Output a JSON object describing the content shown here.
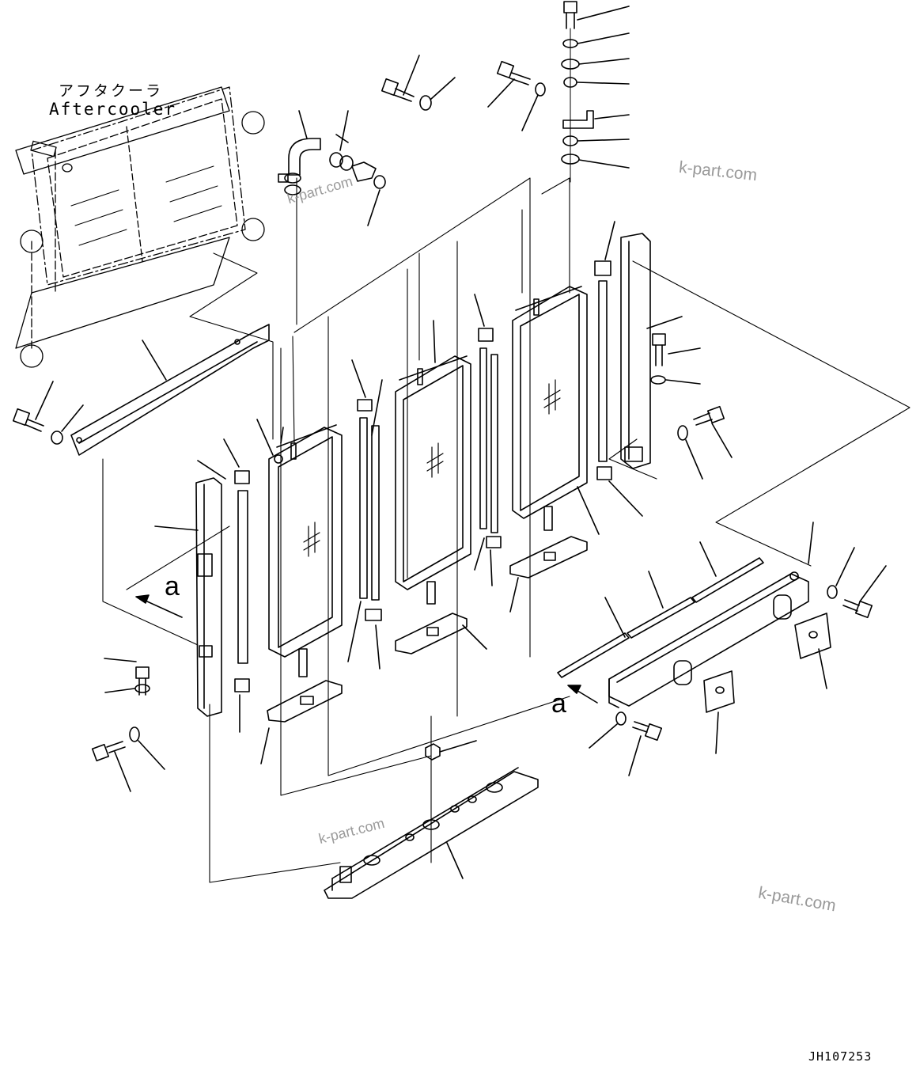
{
  "labels": {
    "aftercooler_jp": "アフタクーラ",
    "aftercooler_en": "Aftercooler",
    "drawing_code": "JH107253",
    "view_arrow_left": "a",
    "view_arrow_right": "a"
  },
  "watermarks": [
    "k-part.com",
    "k-part.com",
    "k-part.com",
    "k-part.com"
  ],
  "colors": {
    "line": "#000000",
    "watermark": "#9a9a9a",
    "background": "#ffffff"
  }
}
